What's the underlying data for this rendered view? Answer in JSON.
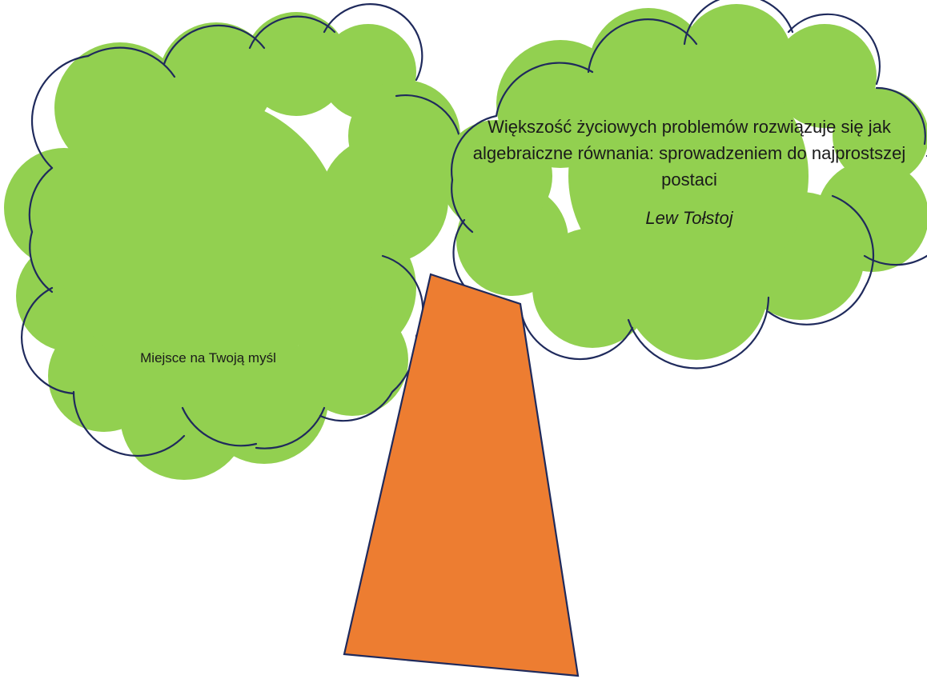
{
  "left_cloud": {
    "text": "Miejsce na Twoją myśl"
  },
  "right_cloud": {
    "quote": "Większość życiowych problemów rozwiązuje się jak algebraiczne równania: sprowadzeniem do najprostszej postaci",
    "author": "Lew Tołstoj"
  },
  "colors": {
    "cloud_fill": "#92d050",
    "outline": "#1f2a5c",
    "trunk_fill": "#ed7d31"
  }
}
